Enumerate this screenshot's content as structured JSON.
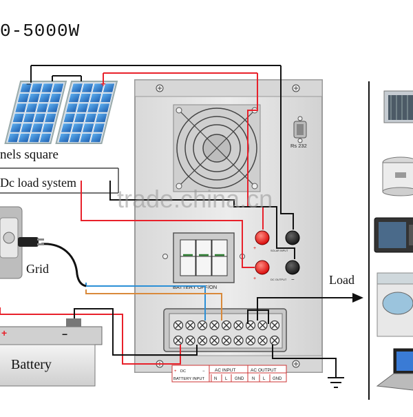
{
  "diagram": {
    "title": "0-5000W",
    "labels": {
      "panels": "nels square",
      "dc_load": "Dc load system",
      "grid": "Grid",
      "battery": "Battery",
      "load": "Load",
      "rs232": "Rs 232",
      "solar_input": "SOLAR INPUT",
      "dc_output": "DC OUTPUT",
      "battery_switch": "BATTERY OFF/ON",
      "terminal_battery": "BATTERY INPUT",
      "terminal_dc": "DC",
      "ac_input": "AC INPUT",
      "ac_output": "AC OUTPUT",
      "n": "N",
      "l": "L",
      "gnd": "GND",
      "plus": "+",
      "minus": "−"
    },
    "watermark": "trade.china.cn",
    "colors": {
      "red_wire": "#e8202a",
      "black_wire": "#111111",
      "blue_wire": "#2a8fd6",
      "orange_wire": "#d9893a",
      "panel_blue": "#2f7fd0",
      "inverter_body": "#e2e2e2",
      "terminal_green": "#2e7d32"
    }
  }
}
